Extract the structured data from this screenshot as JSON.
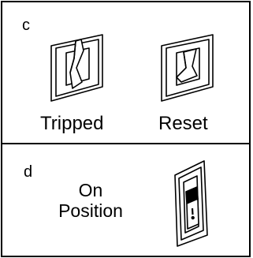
{
  "panel_c": {
    "letter": "c",
    "tripped_caption": "Tripped",
    "reset_caption": "Reset"
  },
  "panel_d": {
    "letter": "d",
    "on_line1": "On",
    "on_line2": "Position"
  },
  "icons": {
    "tripped": "rocker-switch-tripped-icon",
    "reset": "rocker-switch-reset-icon",
    "on": "rocker-switch-on-icon"
  }
}
